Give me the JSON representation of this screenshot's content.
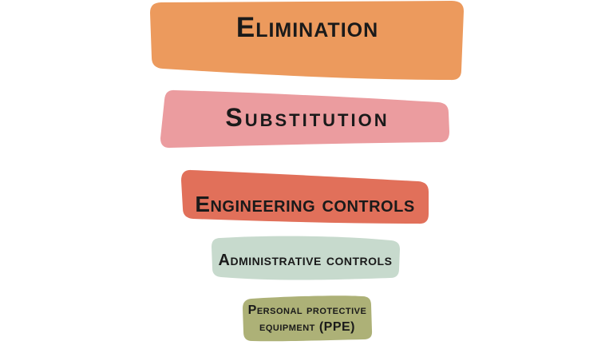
{
  "diagram": {
    "background_color": "#ffffff",
    "text_color": "#1a1a1a",
    "bands": [
      {
        "label": "Elimination",
        "color": "#EC9A5D"
      },
      {
        "label": "Substitution",
        "color": "#EB9C9F"
      },
      {
        "label": "Engineering controls",
        "color": "#E1705A"
      },
      {
        "label": "Administrative controls",
        "color": "#C7DACD"
      },
      {
        "label": "Personal protective equipment (PPE)",
        "color": "#ADB177"
      }
    ]
  }
}
